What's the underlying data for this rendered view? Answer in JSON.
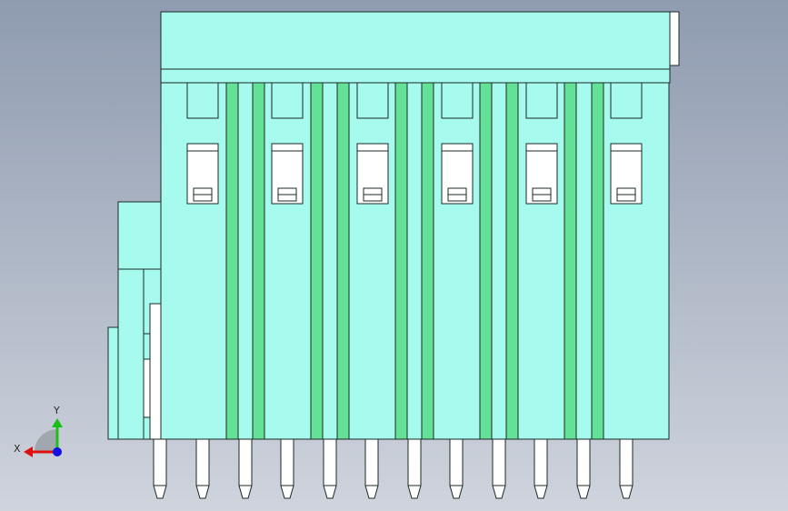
{
  "viewport": {
    "background_top": "#8f9bb0",
    "background_bottom": "#cfd4dd"
  },
  "model": {
    "body_color": "#a6fbee",
    "rib_color": "#62e197",
    "outline_color": "#1c2a26",
    "pin_color": "#ffffff",
    "slot_count": 6,
    "rib_count": 10,
    "pin_count": 12
  },
  "triad": {
    "x_label": "X",
    "y_label": "Y",
    "x_color": "#e01010",
    "y_color": "#18c018",
    "z_color": "#1010e0"
  }
}
